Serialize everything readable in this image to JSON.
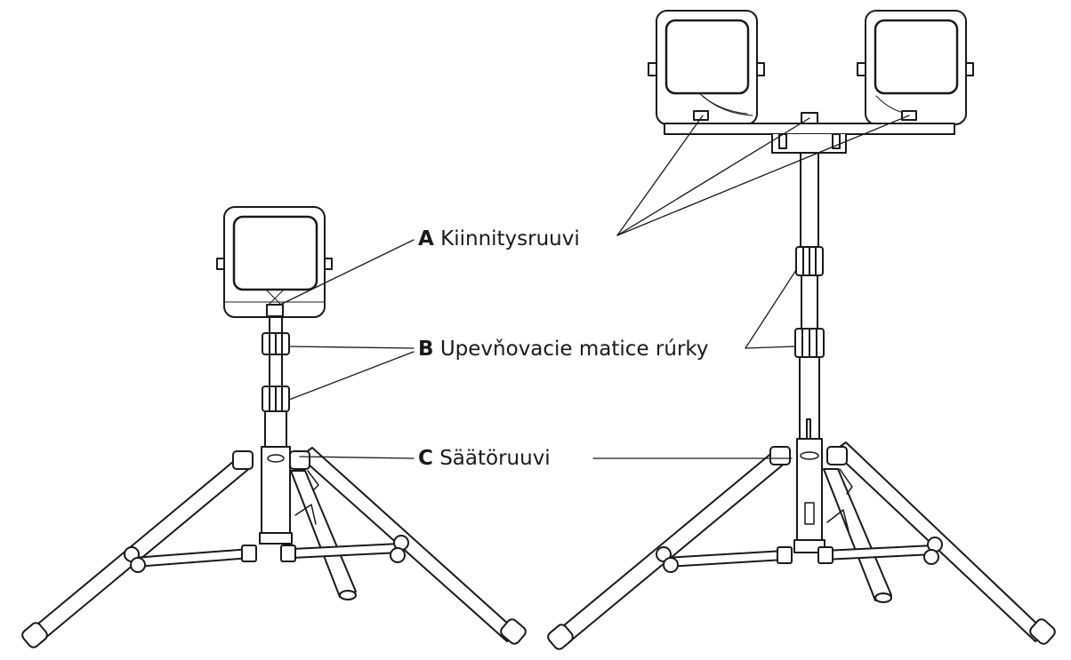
{
  "labels": {
    "a": {
      "letter": "A",
      "text": "Kiinnitysruuvi"
    },
    "b": {
      "letter": "B",
      "text": "Upevňovacie matice rúrky"
    },
    "c": {
      "letter": "C",
      "text": "Säätöruuvi"
    }
  },
  "colors": {
    "line": "#1a1a1a",
    "fill": "#ffffff",
    "shade": "#e6e6e6"
  }
}
